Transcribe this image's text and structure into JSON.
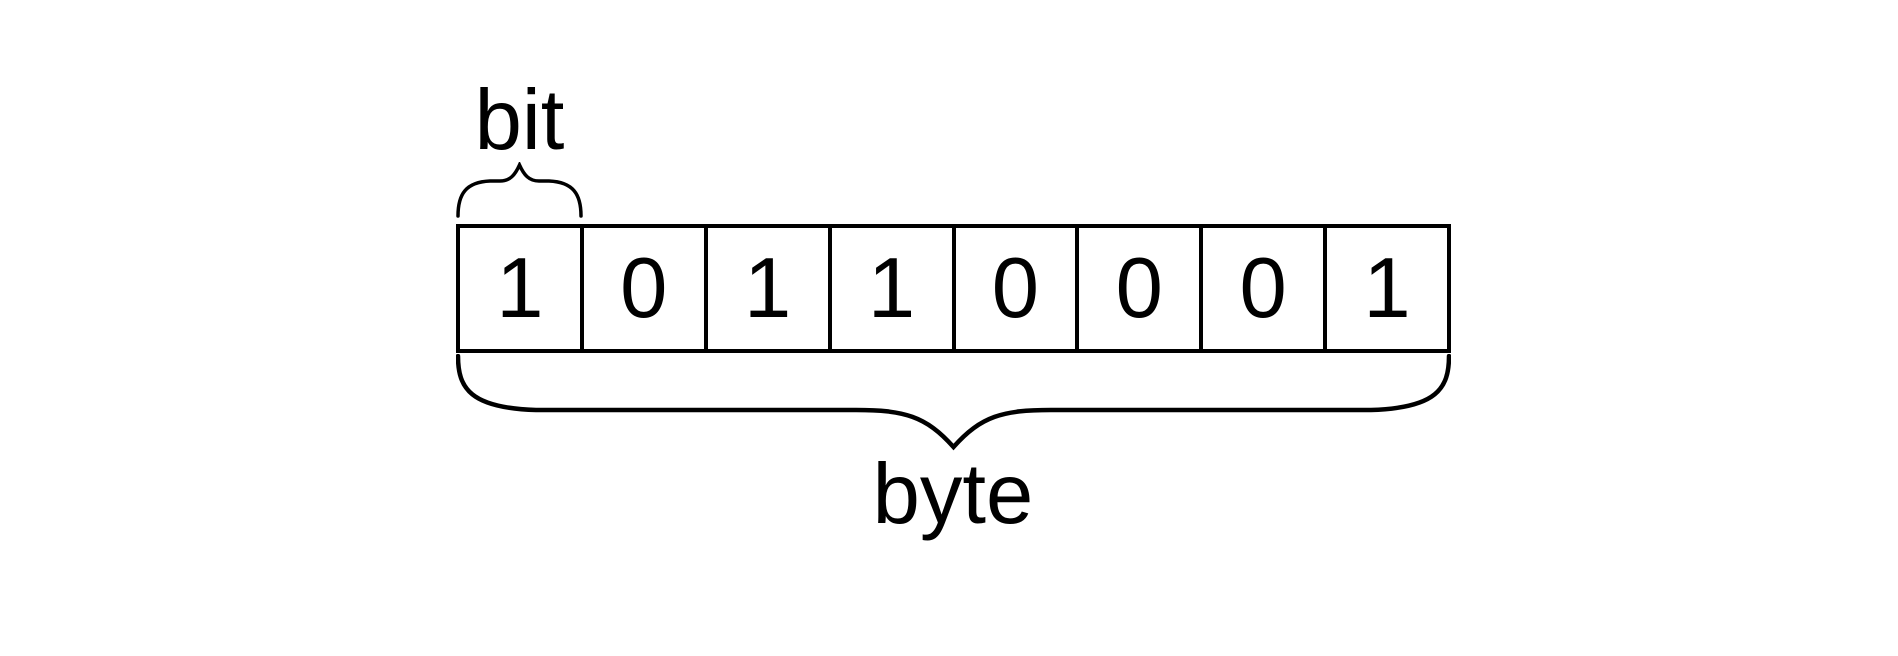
{
  "diagram": {
    "bit_label": "bit",
    "byte_label": "byte",
    "bits": [
      "1",
      "0",
      "1",
      "1",
      "0",
      "0",
      "0",
      "1"
    ]
  },
  "colors": {
    "ink": "#000000",
    "background": "#ffffff"
  }
}
